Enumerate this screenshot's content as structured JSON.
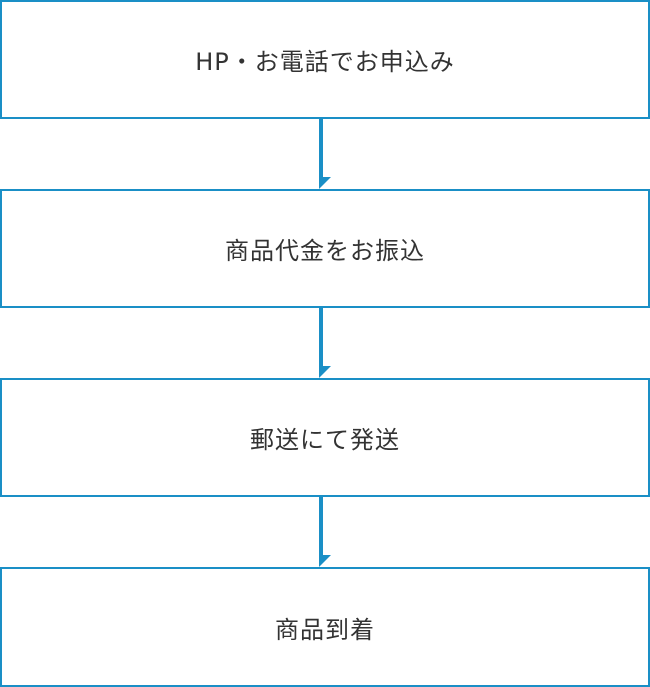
{
  "colors": {
    "accent": "#1a8fc6",
    "text": "#333333",
    "background": "#ffffff"
  },
  "steps": [
    {
      "label": "HP・お電話でお申込み"
    },
    {
      "label": "商品代金をお振込"
    },
    {
      "label": "郵送にて発送"
    },
    {
      "label": "商品到着"
    }
  ]
}
